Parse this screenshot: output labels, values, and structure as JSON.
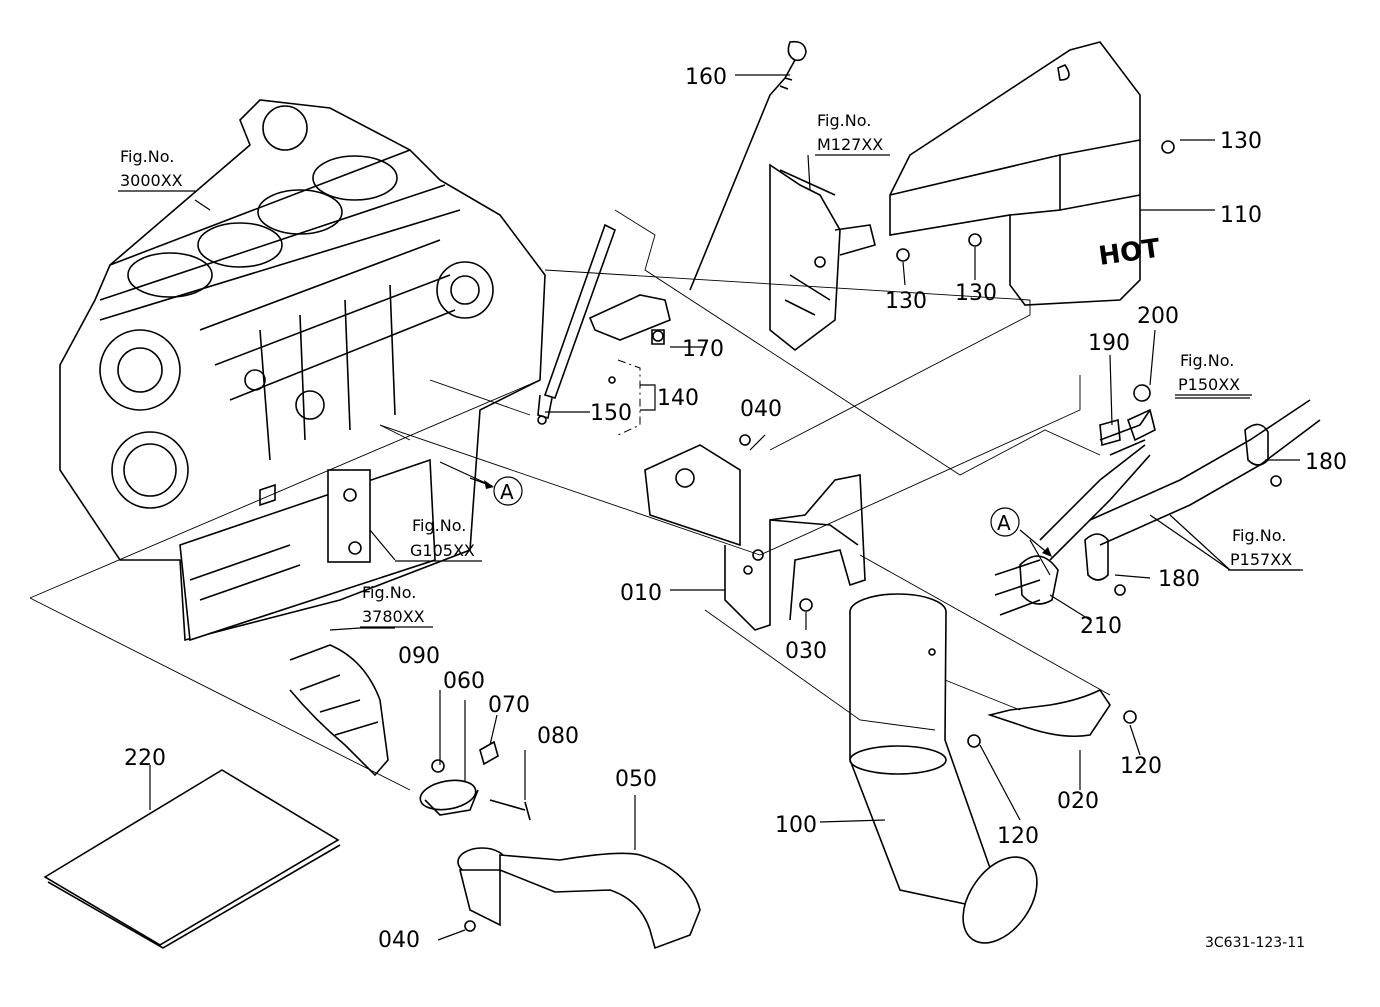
{
  "diagram": {
    "part_labels": {
      "p010": "010",
      "p020": "020",
      "p030": "030",
      "p040a": "040",
      "p040b": "040",
      "p050": "050",
      "p060": "060",
      "p070": "070",
      "p080": "080",
      "p090": "090",
      "p100": "100",
      "p110": "110",
      "p120a": "120",
      "p120b": "120",
      "p130a": "130",
      "p130b": "130",
      "p130c": "130",
      "p140": "140",
      "p150": "150",
      "p160": "160",
      "p170": "170",
      "p180a": "180",
      "p180b": "180",
      "p190": "190",
      "p200": "200",
      "p210": "210",
      "p220": "220"
    },
    "fig_refs": {
      "f3000": {
        "title": "Fig.No.",
        "code": "3000XX"
      },
      "fM127": {
        "title": "Fig.No.",
        "code": "M127XX"
      },
      "fP150": {
        "title": "Fig.No.",
        "code": "P150XX"
      },
      "fP157": {
        "title": "Fig.No.",
        "code": "P157XX"
      },
      "fG105": {
        "title": "Fig.No.",
        "code": "G105XX"
      },
      "f3780": {
        "title": "Fig.No.",
        "code": "3780XX"
      }
    },
    "markers": {
      "a1": "A",
      "a2": "A"
    },
    "hot_text": "HOT",
    "drawing_ref": "3C631-123-11"
  },
  "colors": {
    "line": "#000000",
    "background": "#ffffff"
  }
}
